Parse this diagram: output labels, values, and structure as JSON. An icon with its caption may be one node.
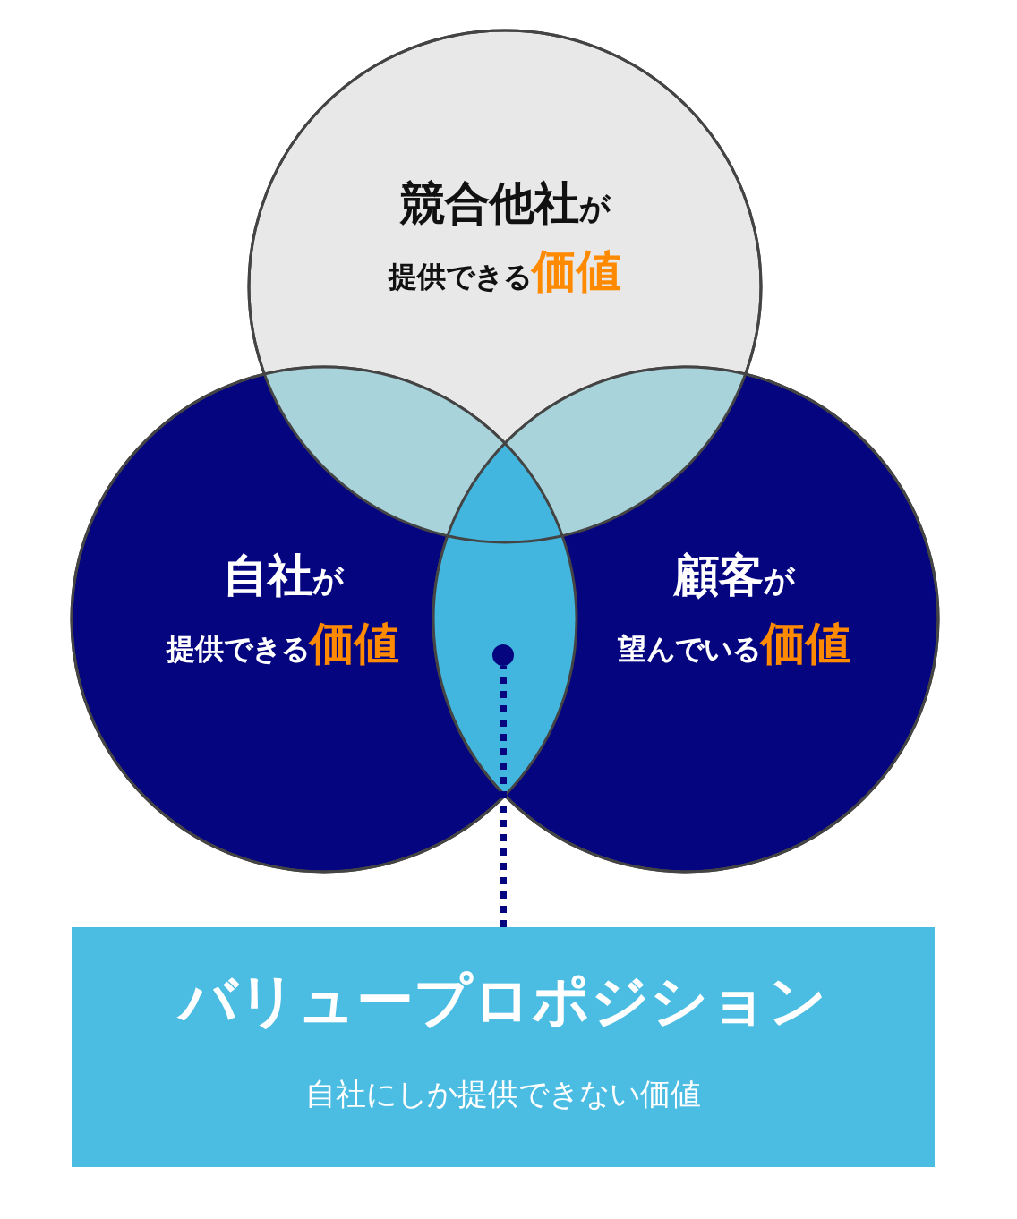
{
  "diagram": {
    "nodes": [
      {
        "text": [
          "**競合他社**が",
          "提供できる**価値**"
        ]
      },
      {
        "text": [
          "**自社**が",
          "提供できる**価値**"
        ]
      },
      {
        "text": [
          "**顧客**が",
          "望んでいる**価値**"
        ]
      },
      {
        "text": [],
        "shape": "circle"
      },
      {
        "text": [
          "バリュープロポジション",
          "自社にしか提供できない価値"
        ]
      }
    ],
    "edges": [
      {
        "from": 4,
        "to": 3,
        "arrow": "none",
        "style": "dashed"
      }
    ]
  }
}
